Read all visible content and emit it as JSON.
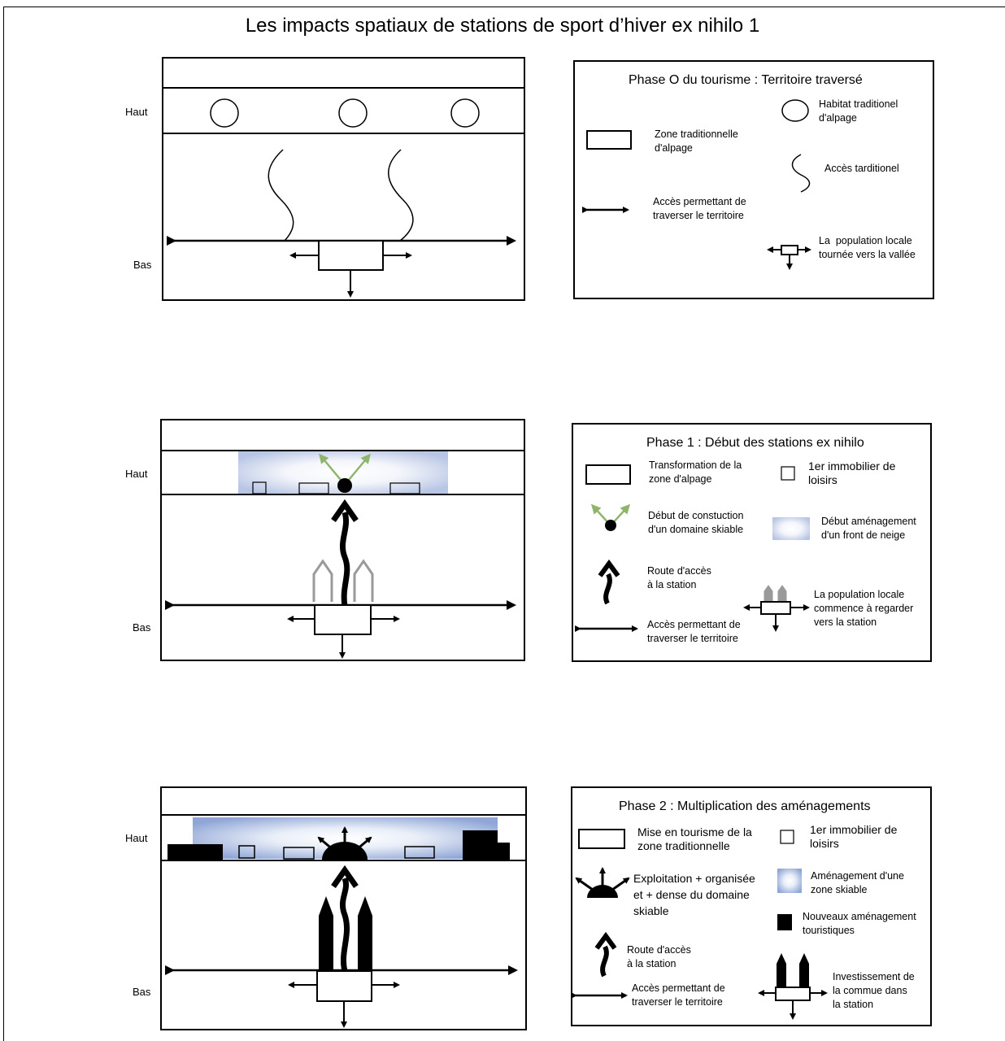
{
  "title": "Les impacts spatiaux de stations de sport d’hiver ex nihilo 1",
  "axis": {
    "haut": "Haut",
    "bas": "Bas"
  },
  "phase0": {
    "legend_title": "Phase O du tourisme : Territoire traversé",
    "habitat": "Habitat traditionel\nd'alpage",
    "zone": "Zone traditionnelle\nd'alpage",
    "acces_trad": "Accès tarditionel",
    "acces_traverse": "Accès permettant de\ntraverser le territoire",
    "population": "La  population locale\ntournée vers la vallée"
  },
  "phase1": {
    "legend_title": "Phase 1 : Début des stations ex nihilo",
    "transformation": "Transformation de la\nzone d'alpage",
    "immobilier": "1er immobilier de\nloisirs",
    "construction": "Début de constuction\nd'un domaine skiable",
    "front_neige": "Début aménagement\nd'un front de neige",
    "route": "Route d'accès\nà la station",
    "population": "La population locale\ncommence à regarder\nvers la station",
    "acces_traverse": "Accès permettant de\ntraverser le territoire"
  },
  "phase2": {
    "legend_title": "Phase 2 : Multiplication des aménagements",
    "mise_tourisme": "Mise en tourisme de la\nzone traditionnelle",
    "immobilier": "1er immobilier de\nloisirs",
    "exploitation": "Exploitation + organisée\net + dense du domaine\nskiable",
    "amenagement_zone": "Aménagement d'une\nzone skiable",
    "nouveaux": "Nouveaux aménagement\ntouristiques",
    "route": "Route d'accès\nà la station",
    "investissement": "Investissement de\nla commue dans\nla station",
    "acces_traverse": "Accès permettant de\ntraverser le territoire"
  },
  "colors": {
    "snow_blue": "#a9b9dd",
    "green_arrow": "#8fb56a",
    "grey_house": "#9a9a9a"
  }
}
